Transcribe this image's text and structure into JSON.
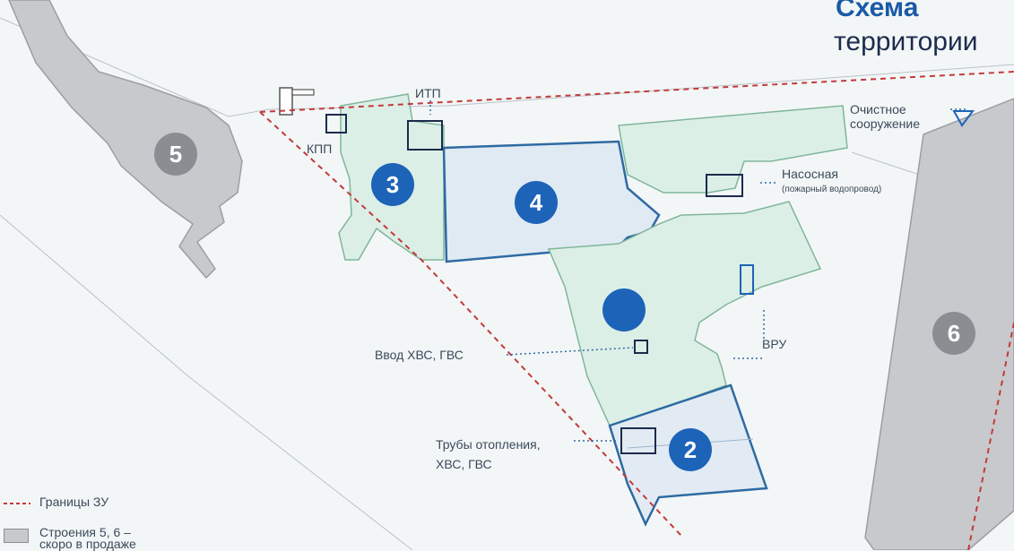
{
  "title": {
    "line1": "Схема",
    "line2": "территории"
  },
  "buildings": {
    "b2": "2",
    "b3": "3",
    "b4": "4",
    "b5": "5",
    "b6": "6"
  },
  "labels": {
    "itp": "ИТП",
    "kpp": "КПП",
    "treatment_line1": "Очистное",
    "treatment_line2": "сооружение",
    "pump_line1": "Насосная",
    "pump_line2": "(пожарный водопровод)",
    "vru": "ВРУ",
    "water_input": "Ввод ХВС, ГВС",
    "pipes_line1": "Трубы отопления,",
    "pipes_line2": "ХВС, ГВС"
  },
  "legend": {
    "border_label": "Границы ЗУ",
    "buildings_line1": "Строения 5, 6 –",
    "buildings_line2": "скоро в продаже"
  },
  "colors": {
    "accent": "#1d63b8",
    "plot_fill": "#dcefe6",
    "plot_stroke": "#7fb69a",
    "border": "#c23a3a",
    "grey_building": "#c8c9cc"
  }
}
